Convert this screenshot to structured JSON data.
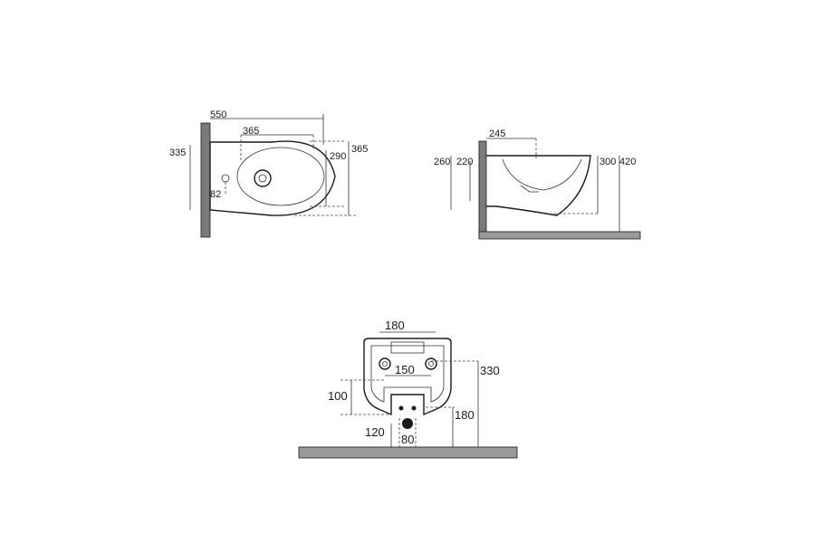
{
  "top_view": {
    "dim_total_length": "550",
    "dim_inner_length": "365",
    "dim_wall_height": "335",
    "dim_bowl_width_inner": "290",
    "dim_bowl_width_outer": "365",
    "dim_tap_offset": "82"
  },
  "side_view": {
    "dim_depth": "245",
    "dim_height_outer": "260",
    "dim_height_inner": "220",
    "dim_rim_height": "300",
    "dim_total_height": "420"
  },
  "front_view": {
    "dim_top_width": "180",
    "dim_fixing_distance": "150",
    "dim_height_330": "330",
    "dim_height_100": "100",
    "dim_height_180": "180",
    "dim_outlet_height": "120",
    "dim_outlet_width": "80"
  }
}
